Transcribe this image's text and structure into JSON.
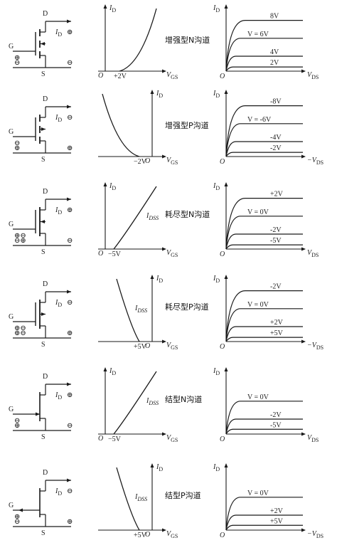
{
  "rows": [
    {
      "title": "增强型N沟道",
      "circuit": {
        "gate_sign": "⊕",
        "source_sign": "⊖",
        "drain_sign": "⊕",
        "bulk_sign": "⊖",
        "g": "G",
        "d": "D",
        "s": "S",
        "id": "I",
        "id_sub": "D",
        "channel": "N",
        "type": "enhancement"
      },
      "transfer": {
        "y": "I",
        "y_sub": "D",
        "x": "V",
        "x_sub": "GS",
        "origin": "O",
        "tick": "+2V",
        "tick2": "",
        "idss": ""
      },
      "output": {
        "y": "I",
        "y_sub": "D",
        "x": "V",
        "x_sub": "DS",
        "x_prefix": "",
        "curves": [
          "8V",
          "V_GS = 6V",
          "4V",
          "2V"
        ]
      }
    },
    {
      "title": "增强型P沟道",
      "circuit": {
        "gate_sign": "⊖",
        "source_sign": "⊕",
        "drain_sign": "⊖",
        "bulk_sign": "⊕",
        "g": "G",
        "d": "D",
        "s": "S",
        "id": "I",
        "id_sub": "D",
        "channel": "P",
        "type": "enhancement"
      },
      "transfer": {
        "y": "I",
        "y_sub": "D",
        "x": "V",
        "x_sub": "GS",
        "origin": "O",
        "tick": "−2V",
        "tick2": "",
        "idss": ""
      },
      "output": {
        "y": "I",
        "y_sub": "D",
        "x": "V",
        "x_sub": "DS",
        "x_prefix": "−",
        "curves": [
          "-8V",
          "V_GS = -6V",
          "-4V",
          "-2V"
        ]
      }
    },
    {
      "title": "耗尽型N沟道",
      "circuit": {
        "gate_sign": "⊕⊖",
        "source_sign": "⊖⊕",
        "drain_sign": "⊕",
        "bulk_sign": "⊖",
        "g": "G",
        "d": "D",
        "s": "S",
        "id": "I",
        "id_sub": "D",
        "channel": "N",
        "type": "depletion"
      },
      "transfer": {
        "y": "I",
        "y_sub": "D",
        "x": "V",
        "x_sub": "GS",
        "origin": "O",
        "tick": "−5V",
        "tick2": "",
        "idss": "DSS"
      },
      "output": {
        "y": "I",
        "y_sub": "D",
        "x": "V",
        "x_sub": "DS",
        "x_prefix": "",
        "curves": [
          "+2V",
          "V_GS = 0V",
          "-2V",
          "-5V"
        ]
      }
    },
    {
      "title": "耗尽型P沟道",
      "circuit": {
        "gate_sign": "⊕⊖",
        "source_sign": "⊕⊖",
        "drain_sign": "⊖",
        "bulk_sign": "⊕",
        "g": "G",
        "d": "D",
        "s": "S",
        "id": "I",
        "id_sub": "D",
        "channel": "P",
        "type": "depletion"
      },
      "transfer": {
        "y": "I",
        "y_sub": "D",
        "x": "V",
        "x_sub": "GS",
        "origin": "O",
        "tick": "+5V",
        "tick2": "",
        "idss": "DSS"
      },
      "output": {
        "y": "I",
        "y_sub": "D",
        "x": "V",
        "x_sub": "DS",
        "x_prefix": "−",
        "curves": [
          "-2V",
          "V_GS = 0V",
          "+2V",
          "+5V"
        ]
      }
    },
    {
      "title": "结型N沟道",
      "circuit": {
        "gate_sign": "⊖",
        "source_sign": "⊕",
        "drain_sign": "⊕",
        "bulk_sign": "⊖",
        "g": "G",
        "d": "D",
        "s": "S",
        "id": "I",
        "id_sub": "D",
        "channel": "N",
        "type": "jfet"
      },
      "transfer": {
        "y": "I",
        "y_sub": "D",
        "x": "V",
        "x_sub": "GS",
        "origin": "O",
        "tick": "−5V",
        "tick2": "",
        "idss": "DSS"
      },
      "output": {
        "y": "I",
        "y_sub": "D",
        "x": "V",
        "x_sub": "DS",
        "x_prefix": "",
        "curves": [
          "V_GS = 0V",
          "-2V",
          "-5V"
        ]
      }
    },
    {
      "title": "结型P沟道",
      "circuit": {
        "gate_sign": "⊕",
        "source_sign": "⊖",
        "drain_sign": "⊖",
        "bulk_sign": "⊕",
        "g": "G",
        "d": "D",
        "s": "S",
        "id": "I",
        "id_sub": "D",
        "channel": "P",
        "type": "jfet"
      },
      "transfer": {
        "y": "I",
        "y_sub": "D",
        "x": "V",
        "x_sub": "GS",
        "origin": "O",
        "tick": "+5V",
        "tick2": "",
        "idss": "DSS"
      },
      "output": {
        "y": "I",
        "y_sub": "D",
        "x": "V",
        "x_sub": "DS",
        "x_prefix": "−",
        "curves": [
          "V_GS = 0V",
          "+2V",
          "+5V"
        ]
      }
    }
  ],
  "colors": {
    "ink": "#1a1a1a",
    "sign": "#c0392b"
  }
}
